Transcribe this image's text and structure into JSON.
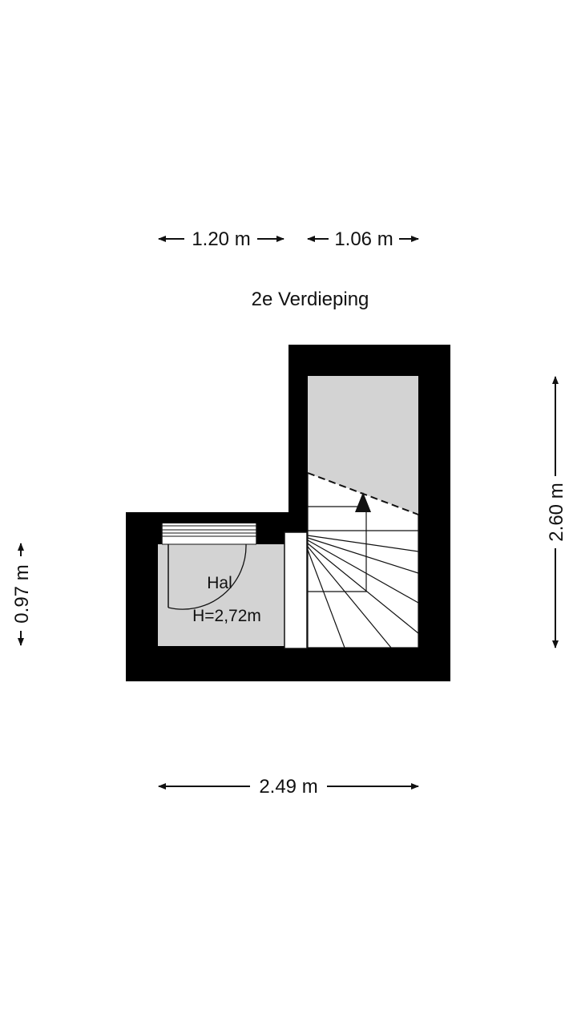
{
  "title": "2e Verdieping",
  "dimensions": {
    "top_left": "1.20 m",
    "top_right": "1.06 m",
    "right": "2.60 m",
    "left": "0.97 m",
    "bottom": "2.49 m"
  },
  "rooms": [
    {
      "name": "Hal",
      "height": "H=2,72m"
    }
  ],
  "colors": {
    "wall": "#000000",
    "floor": "#d3d3d3",
    "stair": "#ffffff",
    "line": "#111111"
  }
}
